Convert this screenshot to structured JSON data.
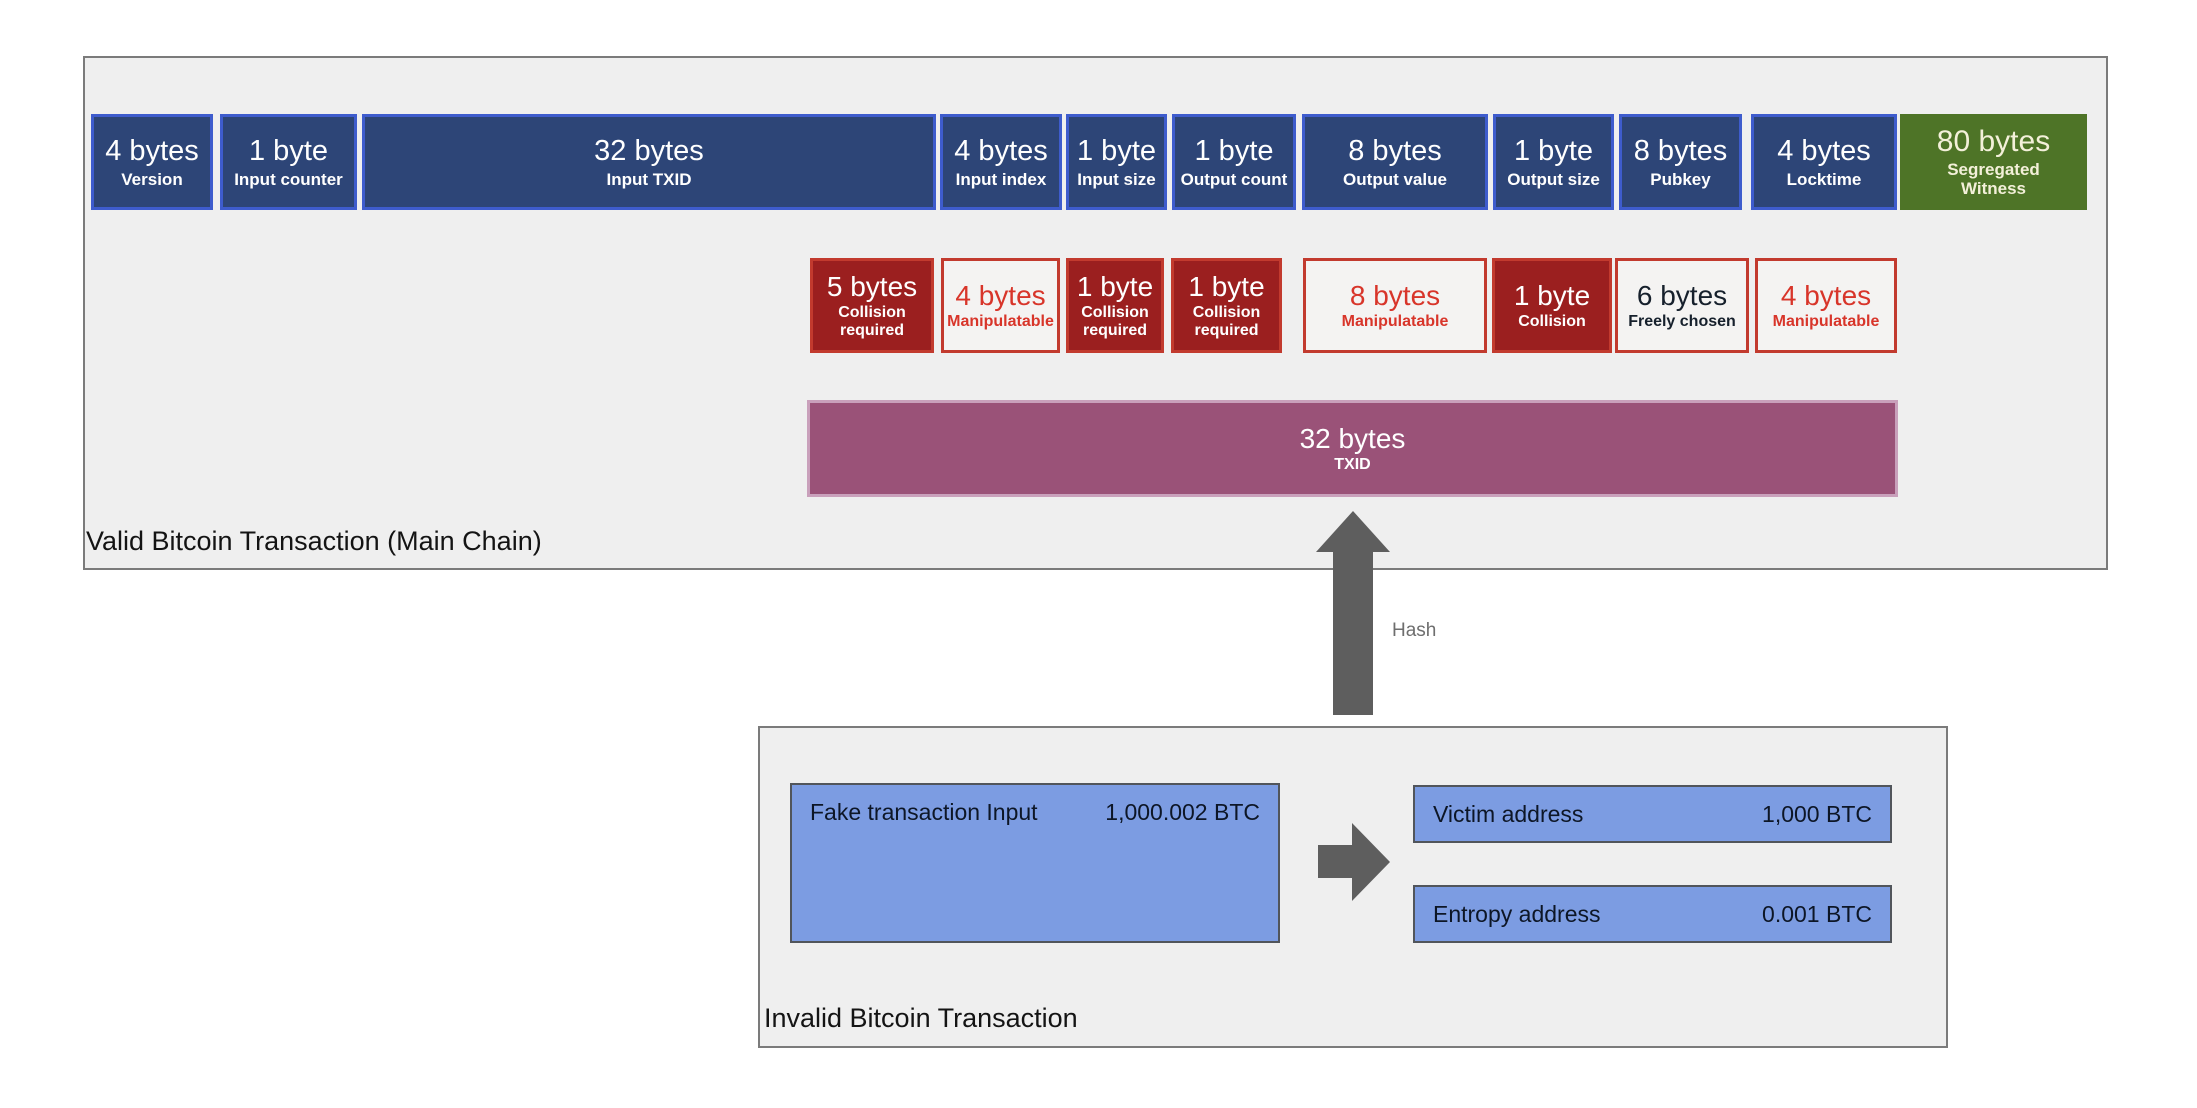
{
  "valid_tx": {
    "label": "Valid Bitcoin Transaction (Main Chain)",
    "fields": [
      {
        "size": "4 bytes",
        "name": "Version"
      },
      {
        "size": "1 byte",
        "name": "Input counter"
      },
      {
        "size": "32 bytes",
        "name": "Input TXID"
      },
      {
        "size": "4 bytes",
        "name": "Input index"
      },
      {
        "size": "1 byte",
        "name": "Input size"
      },
      {
        "size": "1 byte",
        "name": "Output count"
      },
      {
        "size": "8 bytes",
        "name": "Output value"
      },
      {
        "size": "1 byte",
        "name": "Output size"
      },
      {
        "size": "8 bytes",
        "name": "Pubkey"
      },
      {
        "size": "4 bytes",
        "name": "Locktime"
      },
      {
        "size": "80 bytes",
        "name": "Segregated Witness"
      }
    ],
    "attack_fields": [
      {
        "size": "5 bytes",
        "name": "Collision required",
        "style": "filled"
      },
      {
        "size": "4 bytes",
        "name": "Manipulatable",
        "style": "outline"
      },
      {
        "size": "1 byte",
        "name": "Collision required",
        "style": "filled"
      },
      {
        "size": "1 byte",
        "name": "Collision required",
        "style": "filled"
      },
      {
        "size": "8 bytes",
        "name": "Manipulatable",
        "style": "outline"
      },
      {
        "size": "1 byte",
        "name": "Collision",
        "style": "filled"
      },
      {
        "size": "6 bytes",
        "name": "Freely chosen",
        "style": "outline-black"
      },
      {
        "size": "4 bytes",
        "name": "Manipulatable",
        "style": "outline"
      }
    ],
    "txid_field": {
      "size": "32 bytes",
      "name": "TXID"
    }
  },
  "hash_label": "Hash",
  "invalid_tx": {
    "label": "Invalid Bitcoin Transaction",
    "input_box": {
      "name": "Fake transaction Input",
      "amount": "1,000.002 BTC"
    },
    "output_boxes": [
      {
        "name": "Victim address",
        "amount": "1,000 BTC"
      },
      {
        "name": "Entropy address",
        "amount": "0.001 BTC"
      }
    ]
  },
  "colors": {
    "field_blue_fill": "#2d4577",
    "field_blue_border": "#3e5ccd",
    "segwit_green": "#4e7427",
    "attack_red_fill": "#9b1f1f",
    "attack_red_border": "#c23a2e",
    "attack_red_text": "#d8352a",
    "txid_purple": "#9a5278",
    "amount_box_blue": "#7c9ce2",
    "arrow_gray": "#5e5e5e",
    "panel_gray": "#efefef"
  }
}
